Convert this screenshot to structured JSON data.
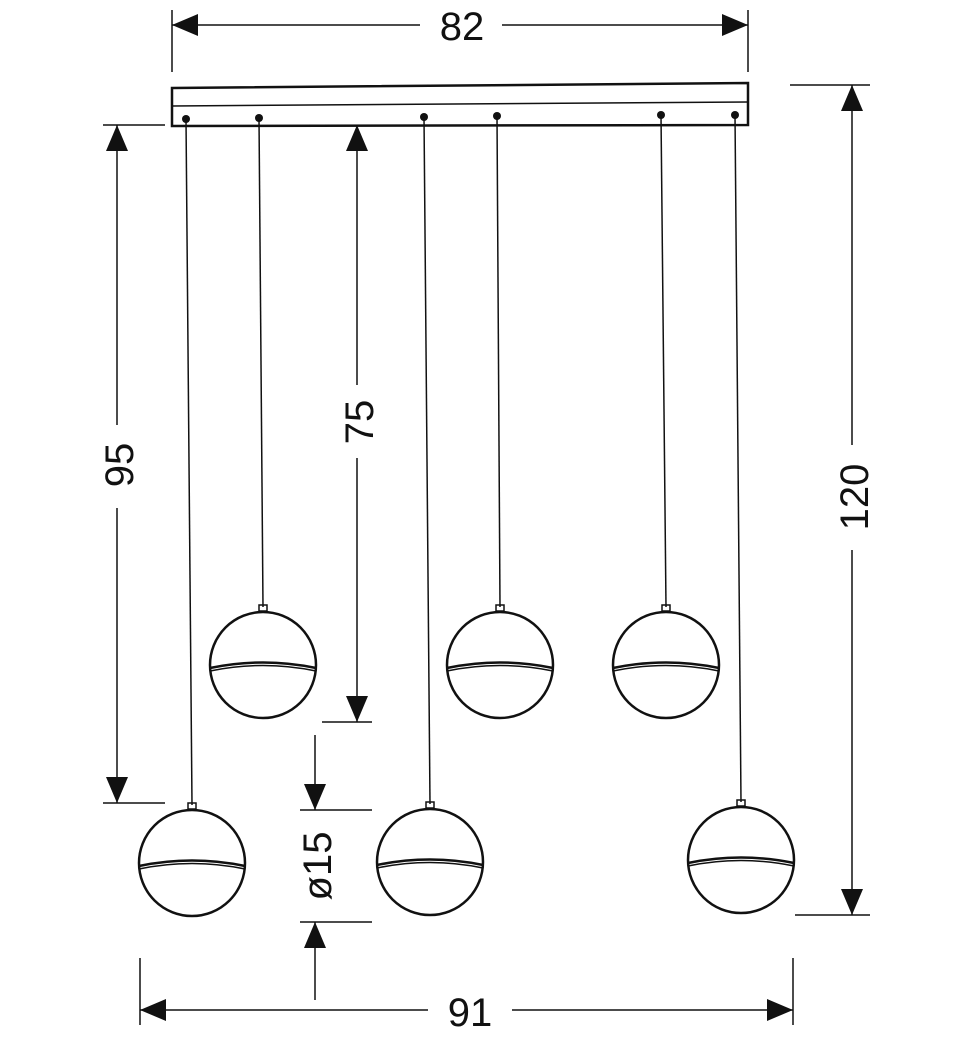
{
  "title": "Pendant lamp dimension drawing",
  "dimensions": {
    "bar_width": "82",
    "total_width": "91",
    "total_height": "120",
    "long_drop": "95",
    "short_drop": "75",
    "sphere_diameter": "ø15"
  },
  "colors": {
    "line": "#111111",
    "background": "#ffffff"
  }
}
